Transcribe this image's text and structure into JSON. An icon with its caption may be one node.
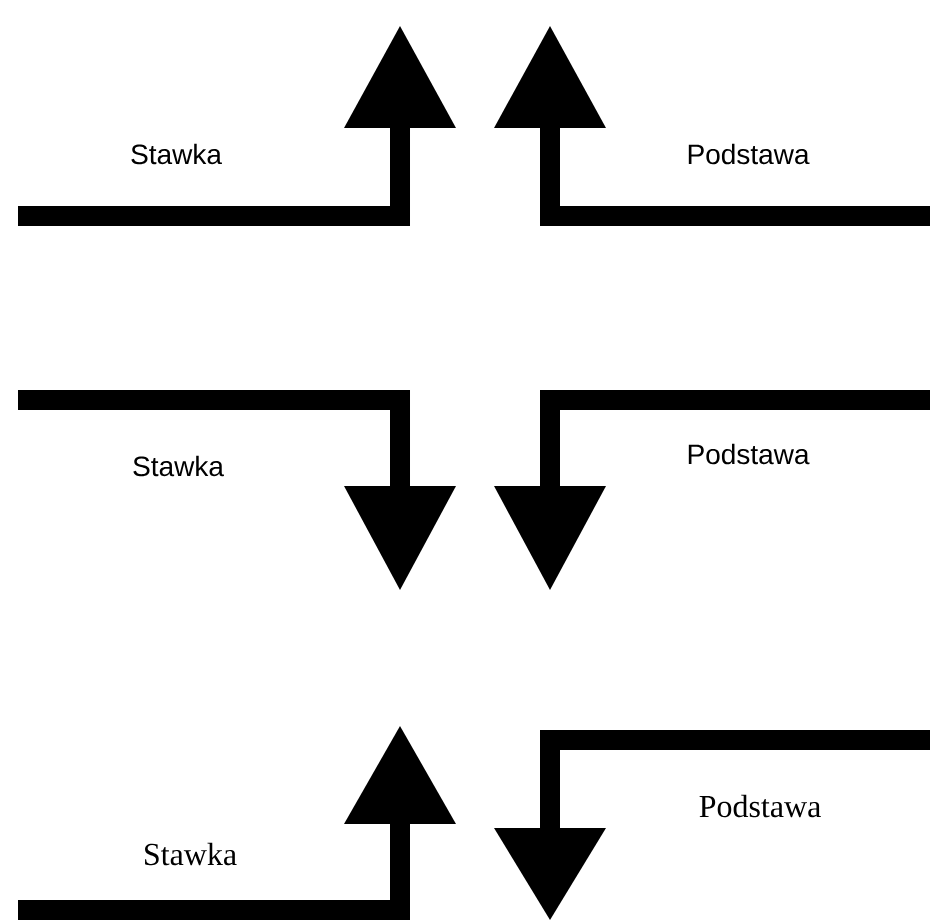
{
  "diagram": {
    "labels": [
      "Stawka",
      "Podstawa",
      "Stawka",
      "Podstawa",
      "Stawka",
      "Podstawa"
    ]
  }
}
